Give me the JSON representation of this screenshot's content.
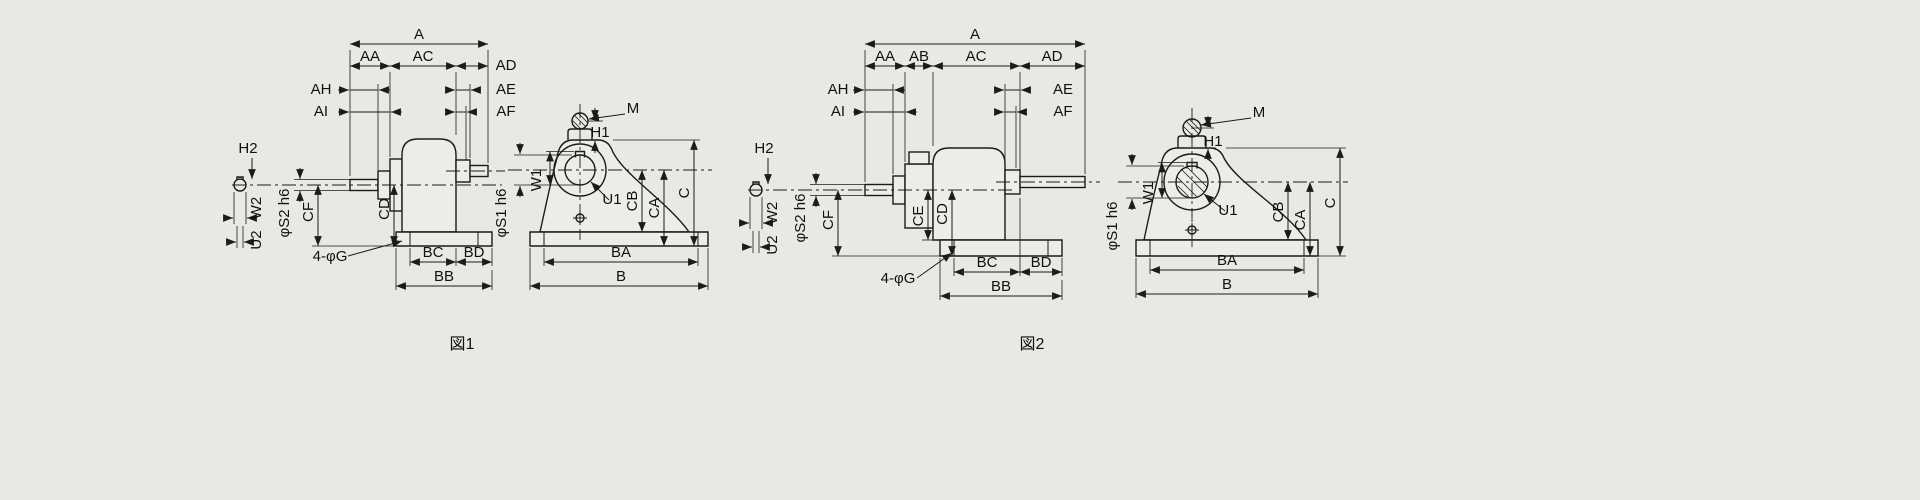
{
  "page": {
    "background": "#e9e8e4",
    "line_color": "#1b1b1b"
  },
  "fig1": {
    "caption": "図1",
    "side": {
      "A": "A",
      "AA": "AA",
      "AC": "AC",
      "AD": "AD",
      "AH": "AH",
      "AI": "AI",
      "AE": "AE",
      "AF": "AF",
      "H2": "H2",
      "W2": "W2",
      "U2": "U2",
      "S2": "φS2 h6",
      "CF": "CF",
      "CD": "CD",
      "G": "4-φG",
      "BC": "BC",
      "BD": "BD",
      "BB": "BB"
    },
    "front": {
      "M": "M",
      "H1": "H1",
      "W1": "W1",
      "U1": "U1",
      "S1": "φS1 h6",
      "CB": "CB",
      "CA": "CA",
      "C": "C",
      "BA": "BA",
      "B": "B"
    }
  },
  "fig2": {
    "caption": "図2",
    "side": {
      "A": "A",
      "AA": "AA",
      "AB": "AB",
      "AC": "AC",
      "AD": "AD",
      "AH": "AH",
      "AI": "AI",
      "AE": "AE",
      "AF": "AF",
      "H2": "H2",
      "W2": "W2",
      "U2": "U2",
      "S2": "φS2 h6",
      "CF": "CF",
      "CE": "CE",
      "CD": "CD",
      "G": "4-φG",
      "BC": "BC",
      "BD": "BD",
      "BB": "BB"
    },
    "front": {
      "M": "M",
      "H1": "H1",
      "W1": "W1",
      "U1": "U1",
      "S1": "φS1 h6",
      "CB": "CB",
      "CA": "CA",
      "C": "C",
      "BA": "BA",
      "B": "B"
    }
  }
}
